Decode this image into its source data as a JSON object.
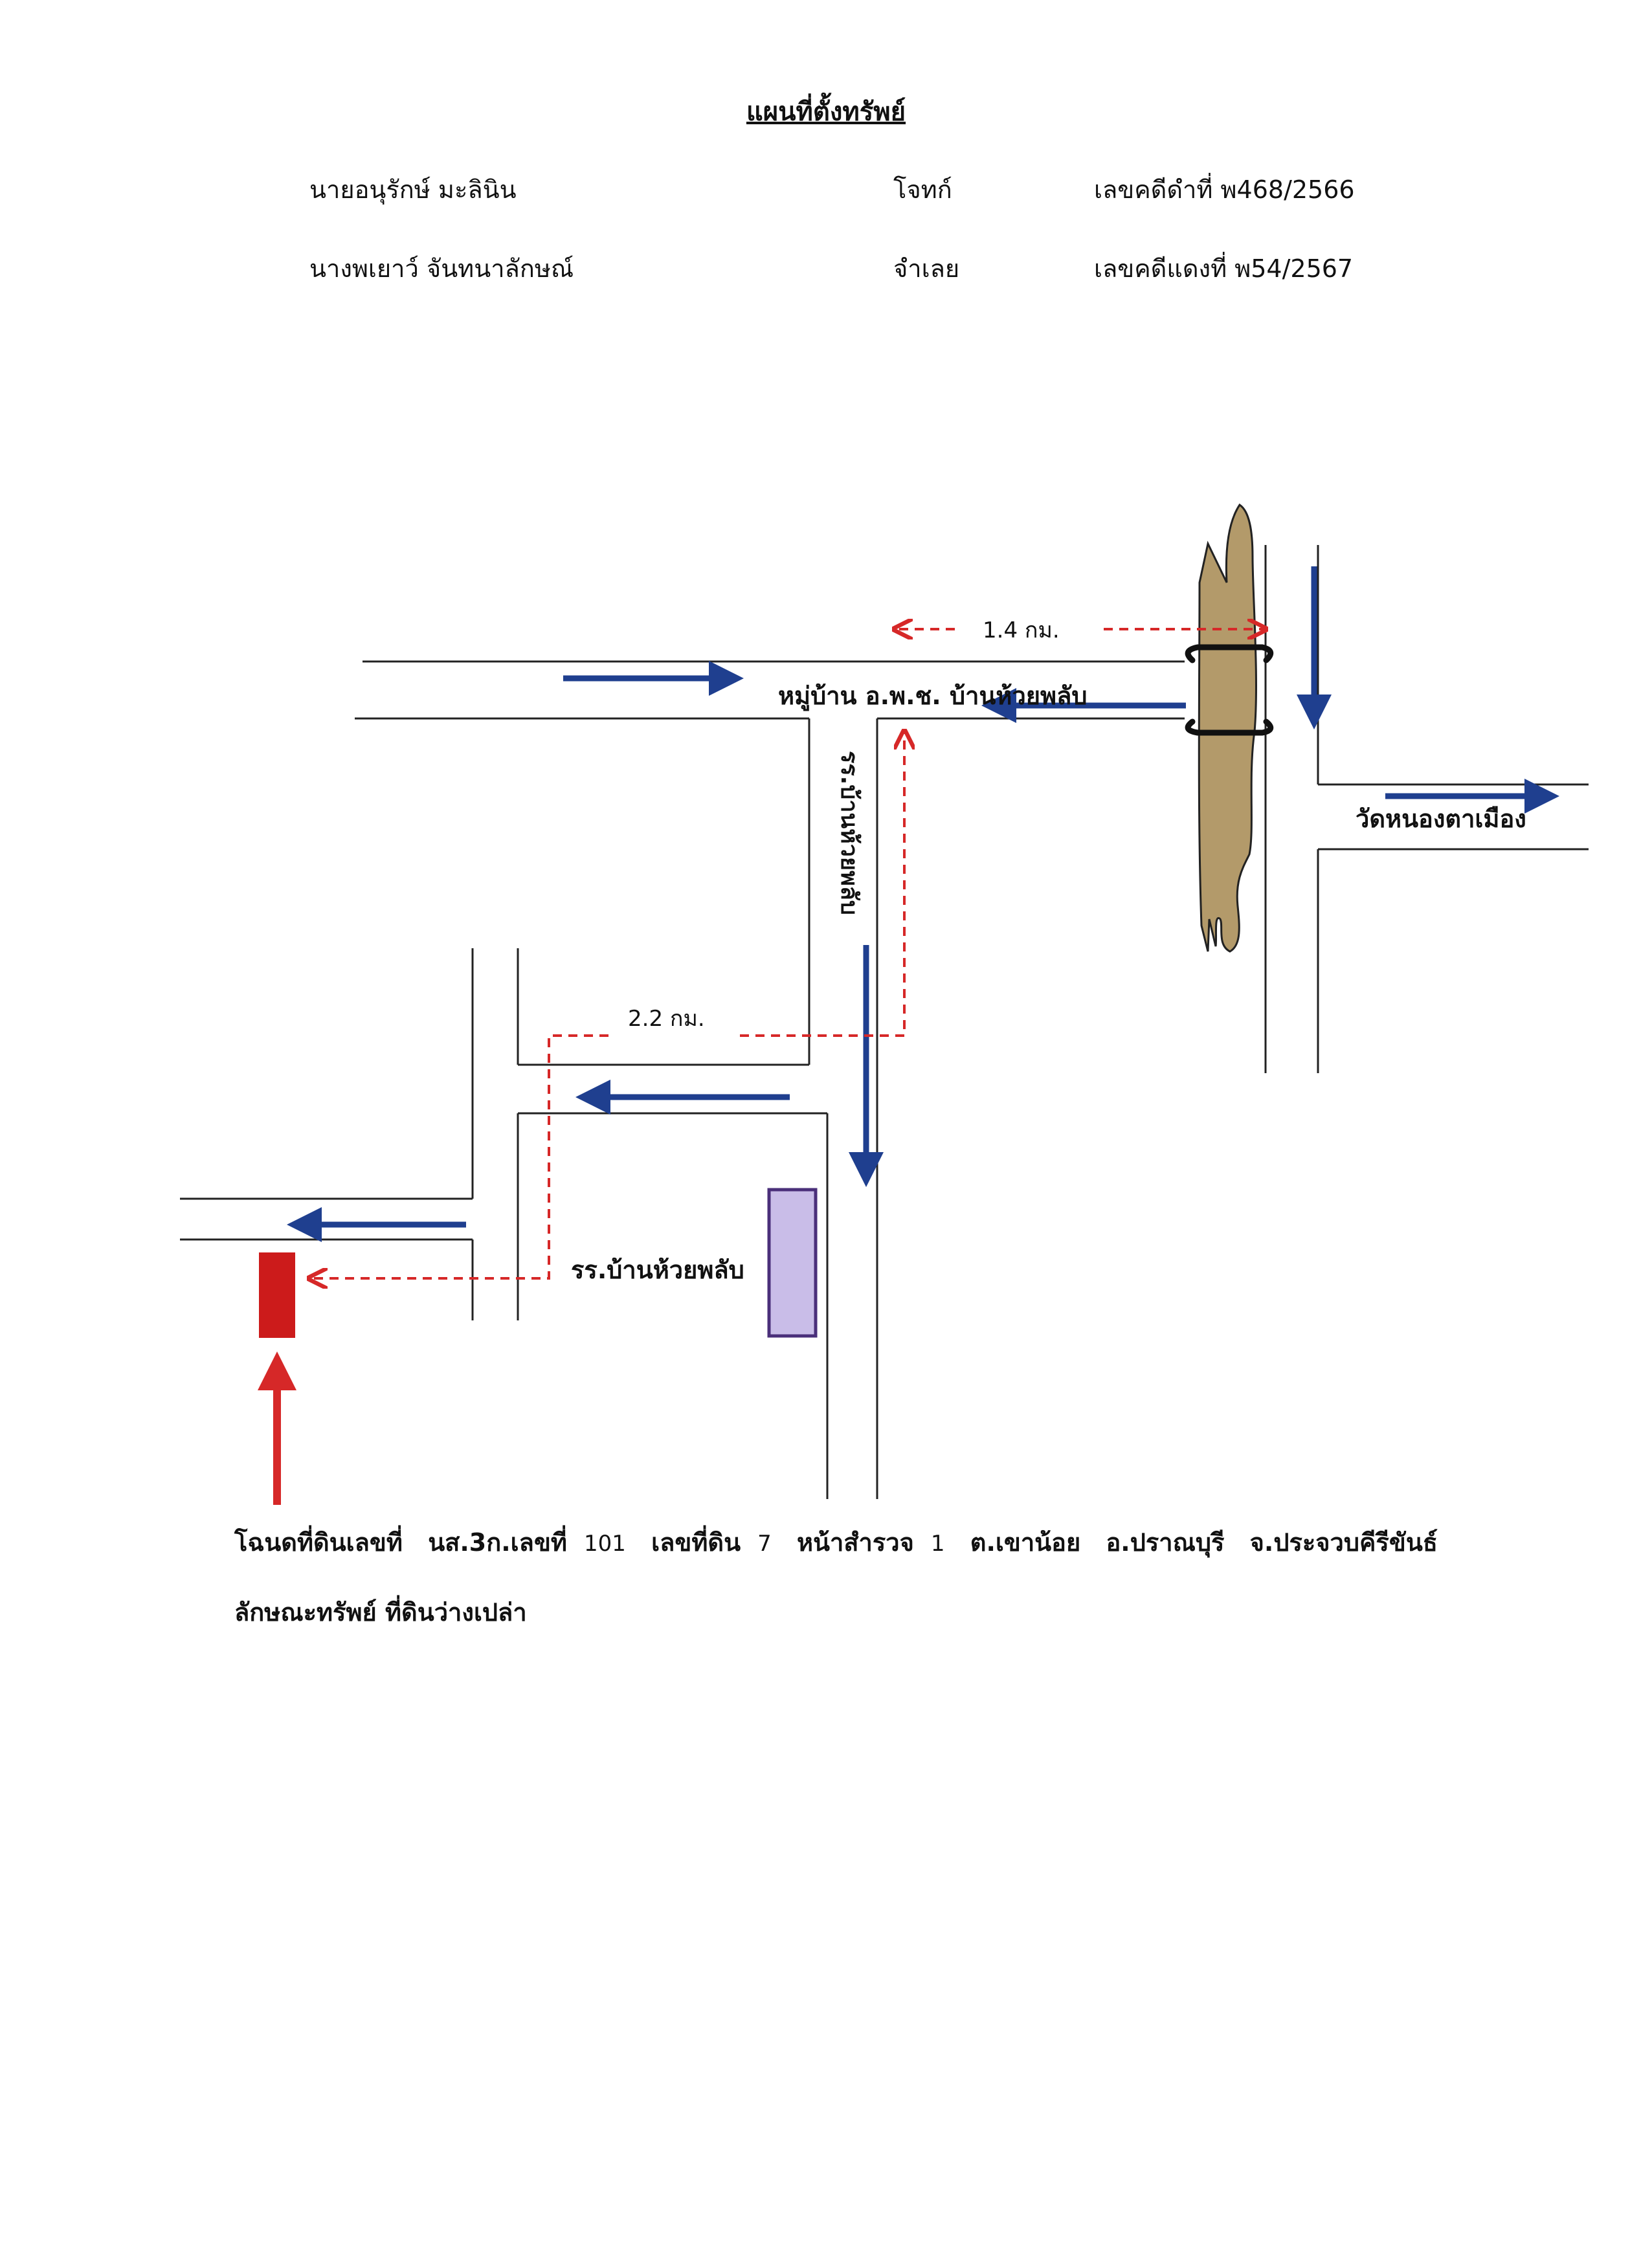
{
  "header": {
    "title": "แผนที่ตั้งทรัพย์",
    "party1_name": "นายอนุรักษ์ มะลินิน",
    "party1_role": "โจทก์",
    "party1_case": "เลขคดีดำที่ พ468/2566",
    "party2_name": "นางพเยาว์ จันทนาลักษณ์",
    "party2_role": "จำเลย",
    "party2_case": "เลขคดีแดงที่ พ54/2567"
  },
  "map": {
    "label_village": "หมู่บ้าน อ.พ.ช. บ้านห้วยพลับ",
    "label_temple": "วัดหนองตาเมือง",
    "label_school_road": "รร.บ้านห้วยพลับ",
    "label_school": "รร.บ้านห้วยพลับ",
    "distance_top": "1.4  กม.",
    "distance_mid": "2.2 กม.",
    "colors": {
      "route_red": "#d62828",
      "direction_blue": "#1f3f8f",
      "river_fill": "#b39a6a",
      "school_fill": "#c9bde8",
      "property_fill": "#cc1b1b"
    },
    "icons": [
      "river-shape",
      "bridge-bracket",
      "direction-arrow",
      "route-arrow",
      "property-marker",
      "school-marker"
    ]
  },
  "footer": {
    "deed_label": "โฉนดที่ดินเลขที่",
    "deed_type": "นส.3ก.เลขที่",
    "deed_no": "101",
    "land_label": "เลขที่ดิน",
    "land_no": "7",
    "page_label": "หน้าสำรวจ",
    "page_no": "1",
    "subdistrict": "ต.เขาน้อย",
    "district": "อ.ปราณบุรี",
    "province": "จ.ประจวบคีรีขันธ์",
    "property_type_line": "ลักษณะทรัพย์ ที่ดินว่างเปล่า"
  }
}
